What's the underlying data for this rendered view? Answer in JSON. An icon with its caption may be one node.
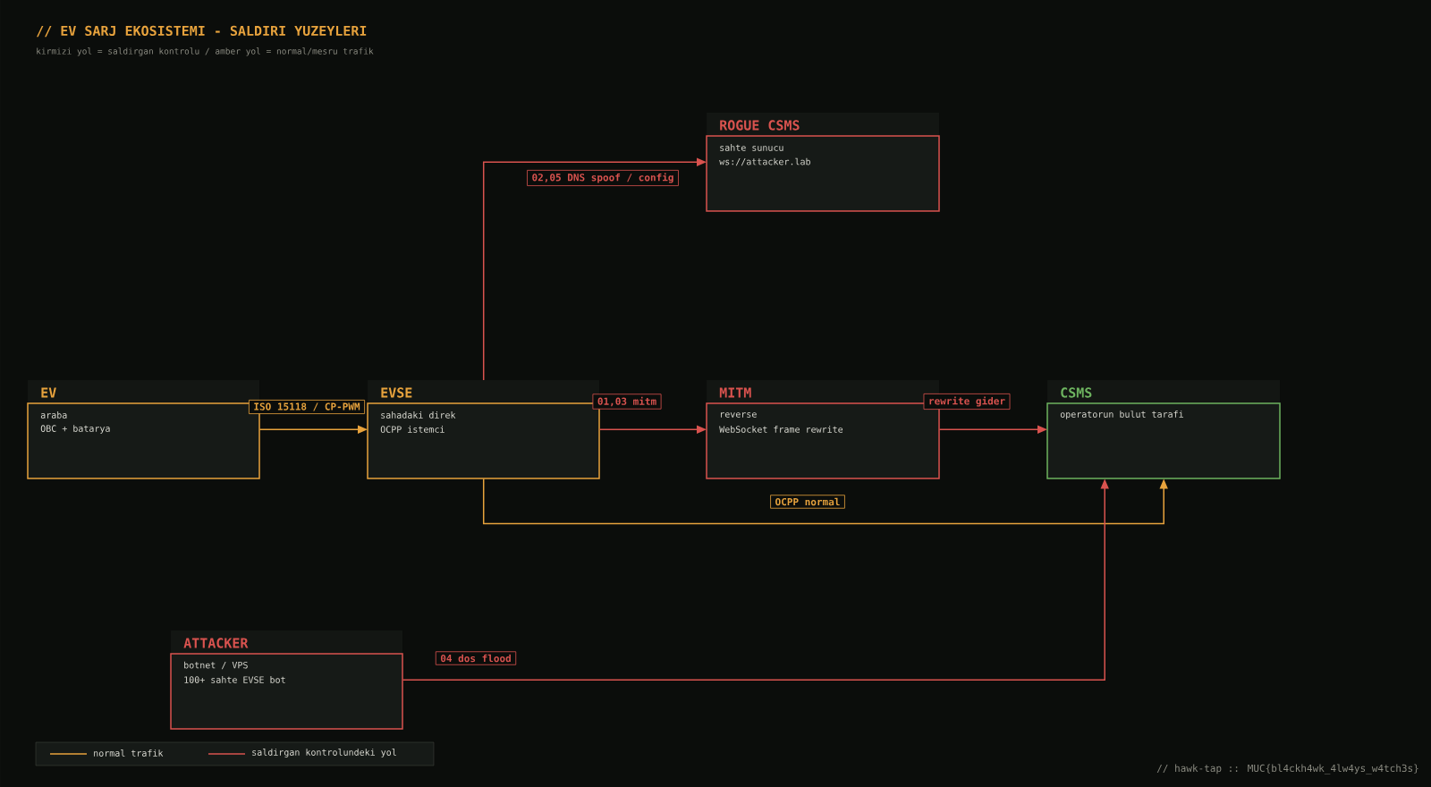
{
  "diagram": {
    "title": "// EV SARJ EKOSISTEMI - SALDIRI YUZEYLERI",
    "nodes": [
      {
        "text": [
          "ROGUE CSMS",
          "sahte sunucu",
          "ws://attacker.lab"
        ]
      },
      {
        "text": [
          "EV",
          "araba",
          "OBC + batarya"
        ]
      },
      {
        "text": [
          "EVSE",
          "sahadaki direk",
          "OCPP istemci"
        ]
      },
      {
        "text": [
          "MITM",
          "reverse",
          "WebSocket frame rewrite"
        ]
      },
      {
        "text": [
          "CSMS",
          "operatorun bulut tarafi"
        ]
      },
      {
        "text": [
          "ATTACKER",
          "botnet / VPS",
          "100+ sahte EVSE bot"
        ]
      }
    ],
    "edges": [
      {
        "from": 1,
        "to": 2,
        "arrow": "to",
        "label": "ISO 15118 / CP-PWM",
        "color": "#e8a33d"
      },
      {
        "from": 2,
        "to": 3,
        "arrow": "to",
        "label": "01,03 mitm"
      },
      {
        "from": 3,
        "to": 4,
        "arrow": "to",
        "label": "rewrite gider"
      },
      {
        "from": 2,
        "to": 0,
        "arrow": "to",
        "label": "02,05 DNS spoof / config"
      },
      {
        "from": 2,
        "to": 4,
        "arrow": "to",
        "label": "OCPP normal",
        "color": "#e8a33d"
      },
      {
        "from": 5,
        "to": 4,
        "arrow": "to",
        "label": "04 dos flood"
      }
    ],
    "labels": [
      "kirmizi yol = saldirgan kontrolu  /  amber yol = normal/mesru trafik",
      "// hawk-tap :: MUC{bl4ckh4wk_4lw4ys_w4tch3s}"
    ],
    "legend": [
      {
        "text": "normal trafik"
      },
      {
        "text": "saldirgan kontrolundeki yol"
      }
    ]
  }
}
